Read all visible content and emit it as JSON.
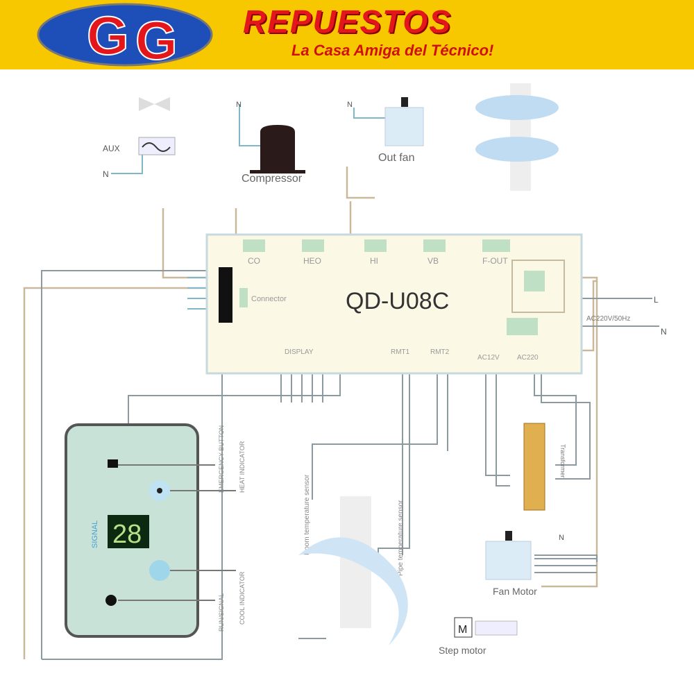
{
  "header": {
    "logo_letters": "GG",
    "brand": "REPUESTOS",
    "slogan": "La Casa Amiga del Técnico!"
  },
  "board": {
    "model": "QD-U08C",
    "top_terminals": [
      "CO",
      "HEO",
      "HI",
      "VB",
      "F-OUT"
    ],
    "bottom_terminals": [
      "DISPLAY",
      "RMT1",
      "RMT2",
      "AC12V",
      "AC220"
    ],
    "left_connector": "Connector",
    "power_label": "AC220V/50Hz",
    "line_label": "L",
    "neutral_label": "N"
  },
  "components": {
    "aux_label": "AUX",
    "aux_neutral": "N",
    "compressor_label": "Compressor",
    "compressor_neutral": "N",
    "out_fan_label": "Out fan",
    "out_fan_neutral": "N",
    "fan_motor_label": "Fan Motor",
    "fan_motor_neutral": "N",
    "swing_motor_label": "Step motor",
    "swing_motor_symbol": "M",
    "room_sensor_label": "Room temperature sensor",
    "pipe_sensor_label": "Pipe temperature sensor",
    "transformer_label": "Transformer"
  },
  "display_panel": {
    "digits": "28",
    "side_label": "SIGNAL",
    "labels": [
      "EMERGENCY BUTTON",
      "HEAT INDICATOR",
      "COOL INDICATOR",
      "RUN/SIGNAL"
    ]
  },
  "colors": {
    "banner": "#f7c800",
    "brand_red": "#e3161b",
    "board": "#fbf8e6",
    "wire_tan": "#c9b89a",
    "wire_blue": "#7fb6c8"
  }
}
